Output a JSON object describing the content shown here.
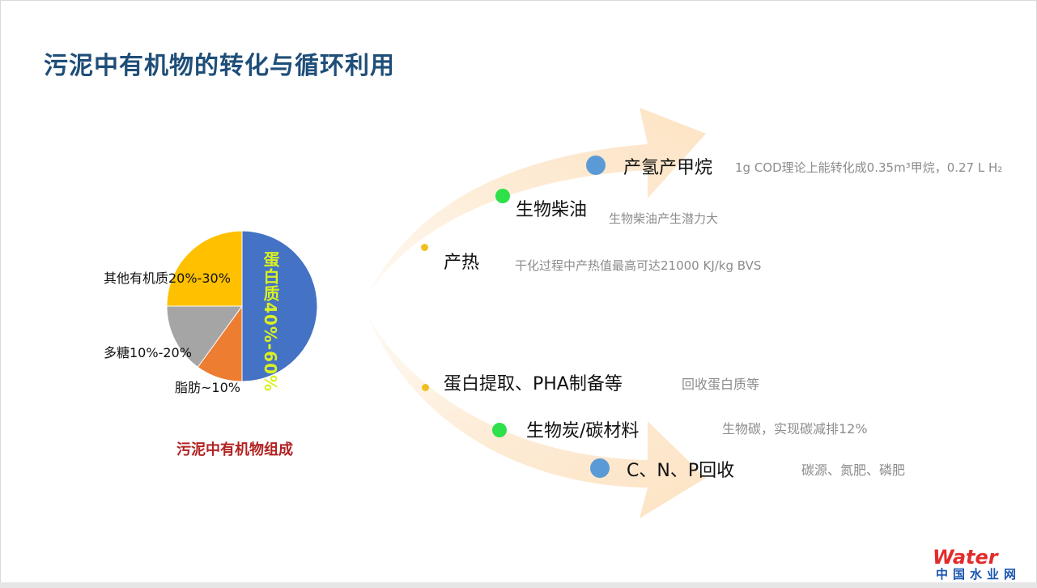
{
  "title": "污泥中有机物的转化与循环利用",
  "pie": {
    "caption": "污泥中有机物组成",
    "slices": [
      {
        "label": "蛋白质40%-60%",
        "value": 50,
        "color": "#4472c4"
      },
      {
        "label": "脂肪~10%",
        "value": 10,
        "color": "#ed7d31"
      },
      {
        "label": "多糖10%-20%",
        "value": 15,
        "color": "#a5a5a5"
      },
      {
        "label": "其他有机质20%-30%",
        "value": 25,
        "color": "#ffc000"
      }
    ]
  },
  "upper_branch": [
    {
      "name": "产氢产甲烷",
      "note": "1g COD理论上能转化成0.35m³甲烷，0.27 L H₂",
      "dot_color": "#5b9bd5"
    },
    {
      "name": "生物柴油",
      "note": "生物柴油产生潜力大",
      "dot_color": "#2ee04a"
    },
    {
      "name": "产热",
      "note": "干化过程中产热值最高可达21000 KJ/kg BVS",
      "dot_color": "#f0c020"
    }
  ],
  "lower_branch": [
    {
      "name": "蛋白提取、PHA制备等",
      "note": "回收蛋白质等",
      "dot_color": "#f0c020"
    },
    {
      "name": "生物炭/碳材料",
      "note": "生物碳，实现碳减排12%",
      "dot_color": "#2ee04a"
    },
    {
      "name": "C、N、P回收",
      "note": "碳源、氮肥、磷肥",
      "dot_color": "#5b9bd5"
    }
  ],
  "logo": {
    "word": "Water",
    "cn": "中国水业网"
  },
  "colors": {
    "arrow": "#fde9d0",
    "title": "#1f4e79"
  }
}
